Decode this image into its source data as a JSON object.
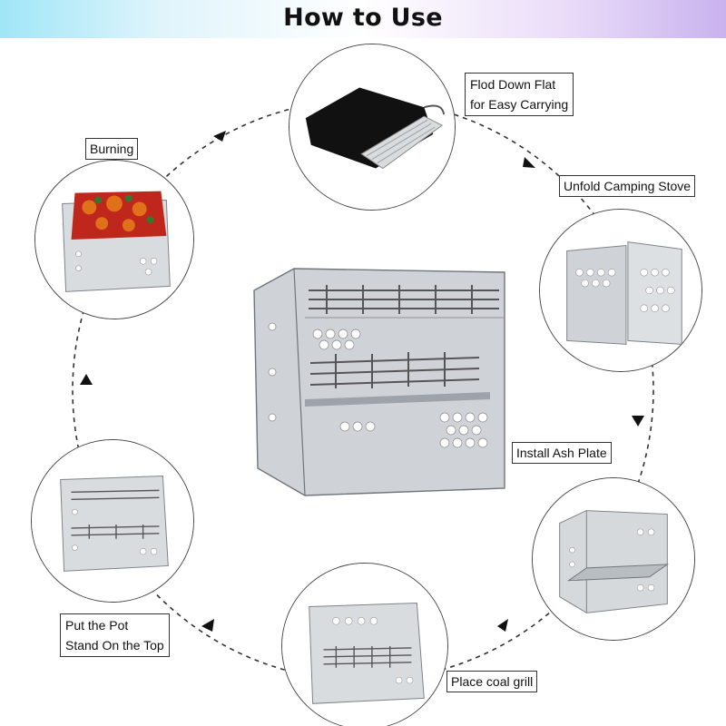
{
  "header": {
    "title": "How to Use"
  },
  "steps": {
    "fold": {
      "line1": "Flod Down Flat",
      "line2": "for Easy Carrying"
    },
    "unfold": {
      "label": "Unfold Camping Stove"
    },
    "ash": {
      "label": "Install Ash Plate"
    },
    "coal": {
      "label": "Place coal grill"
    },
    "pot": {
      "line1": "Put the Pot",
      "line2": "Stand On the Top"
    },
    "burning": {
      "label": "Burning"
    }
  },
  "colors": {
    "steel": "#c9cdd1",
    "steel_dark": "#8d9298",
    "bag": "#111111",
    "flame_red": "#c0271c",
    "flame_orange": "#e0701a"
  }
}
